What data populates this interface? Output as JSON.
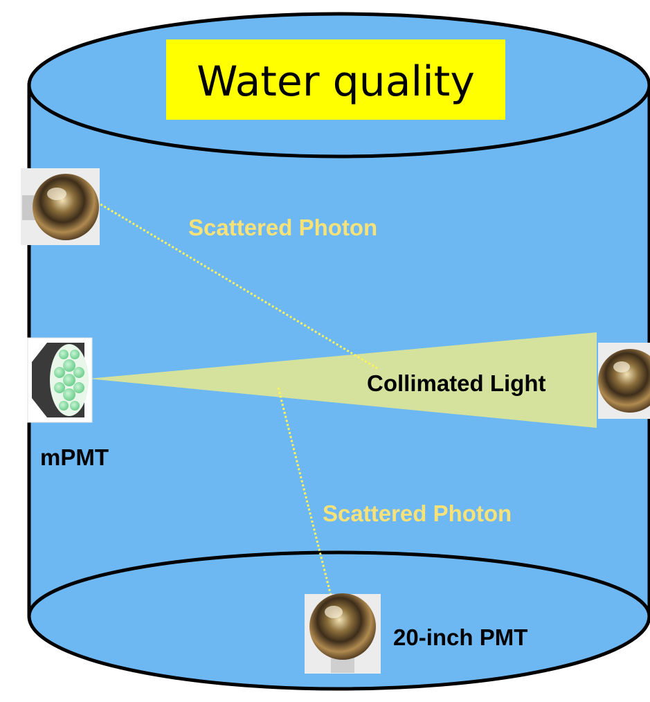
{
  "title": "Water quality",
  "labels": {
    "scattered_photon_top": "Scattered Photon",
    "scattered_photon_bottom": "Scattered Photon",
    "collimated_light": "Collimated Light",
    "mpmt": "mPMT",
    "pmt_20inch": "20-inch PMT"
  },
  "colors": {
    "water": "#6db8f3",
    "title_highlight": "#ffff00",
    "beam": "#d4e29d",
    "photon_path": "#fff25a",
    "photon_label": "#f7e27a",
    "outline": "#000000"
  },
  "icons": {
    "pmt": "pmt-photo-icon",
    "mpmt": "mpmt-photo-icon"
  }
}
